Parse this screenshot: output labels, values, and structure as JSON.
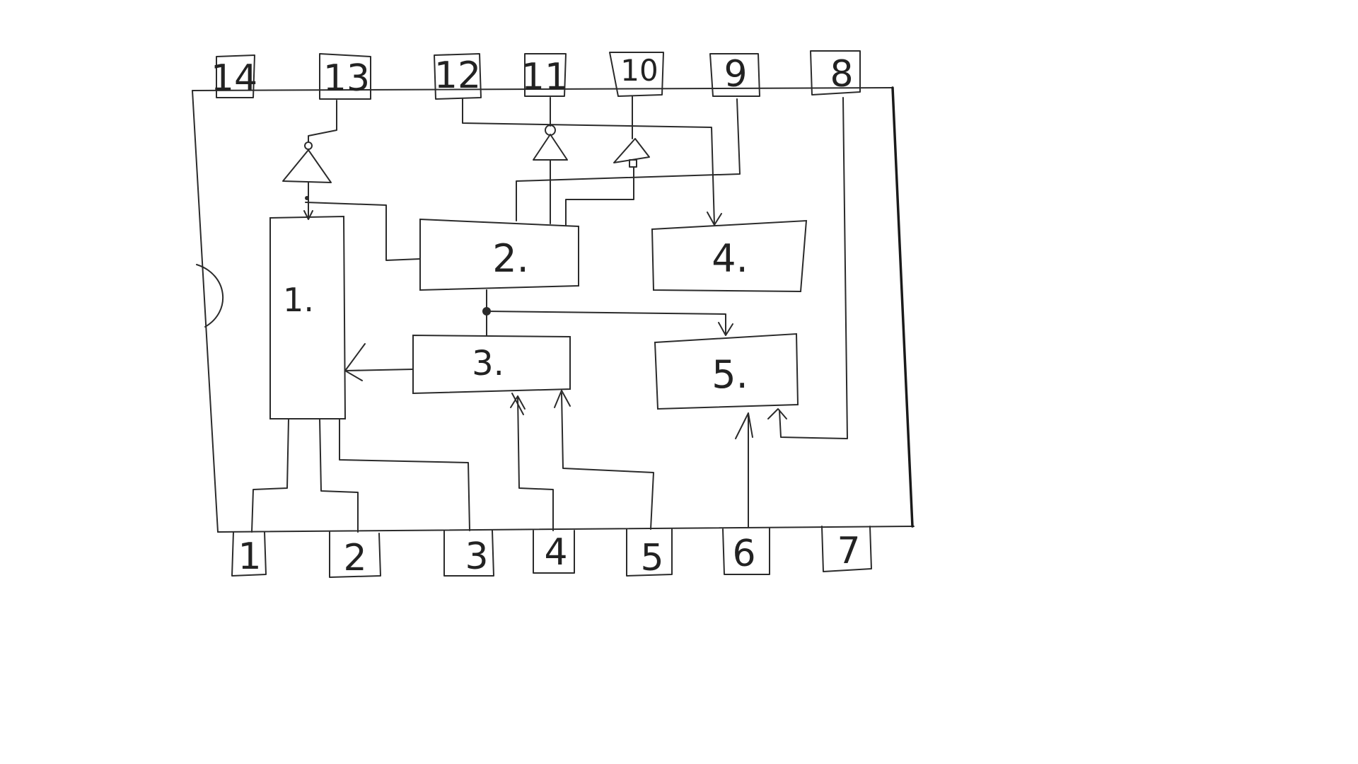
{
  "diagram": {
    "top_pins": [
      "14",
      "13",
      "12",
      "11",
      "10",
      "9",
      "8"
    ],
    "bottom_pins": [
      "1",
      "2",
      "3",
      "4",
      "5",
      "6",
      "7"
    ],
    "blocks": [
      "1.",
      "2.",
      "3.",
      "4.",
      "5."
    ]
  },
  "colors": {
    "ink": "#2b2b2b",
    "background": "#ffffff"
  }
}
